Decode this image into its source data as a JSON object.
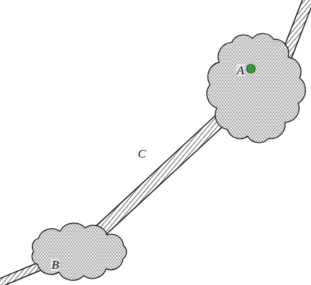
{
  "diagram": {
    "nodes": [
      {
        "text": [
          "A"
        ]
      },
      {
        "text": [
          "B"
        ]
      }
    ],
    "edges": [
      {
        "from": 0,
        "to": 1,
        "arrow": "none",
        "label": "C"
      }
    ]
  }
}
